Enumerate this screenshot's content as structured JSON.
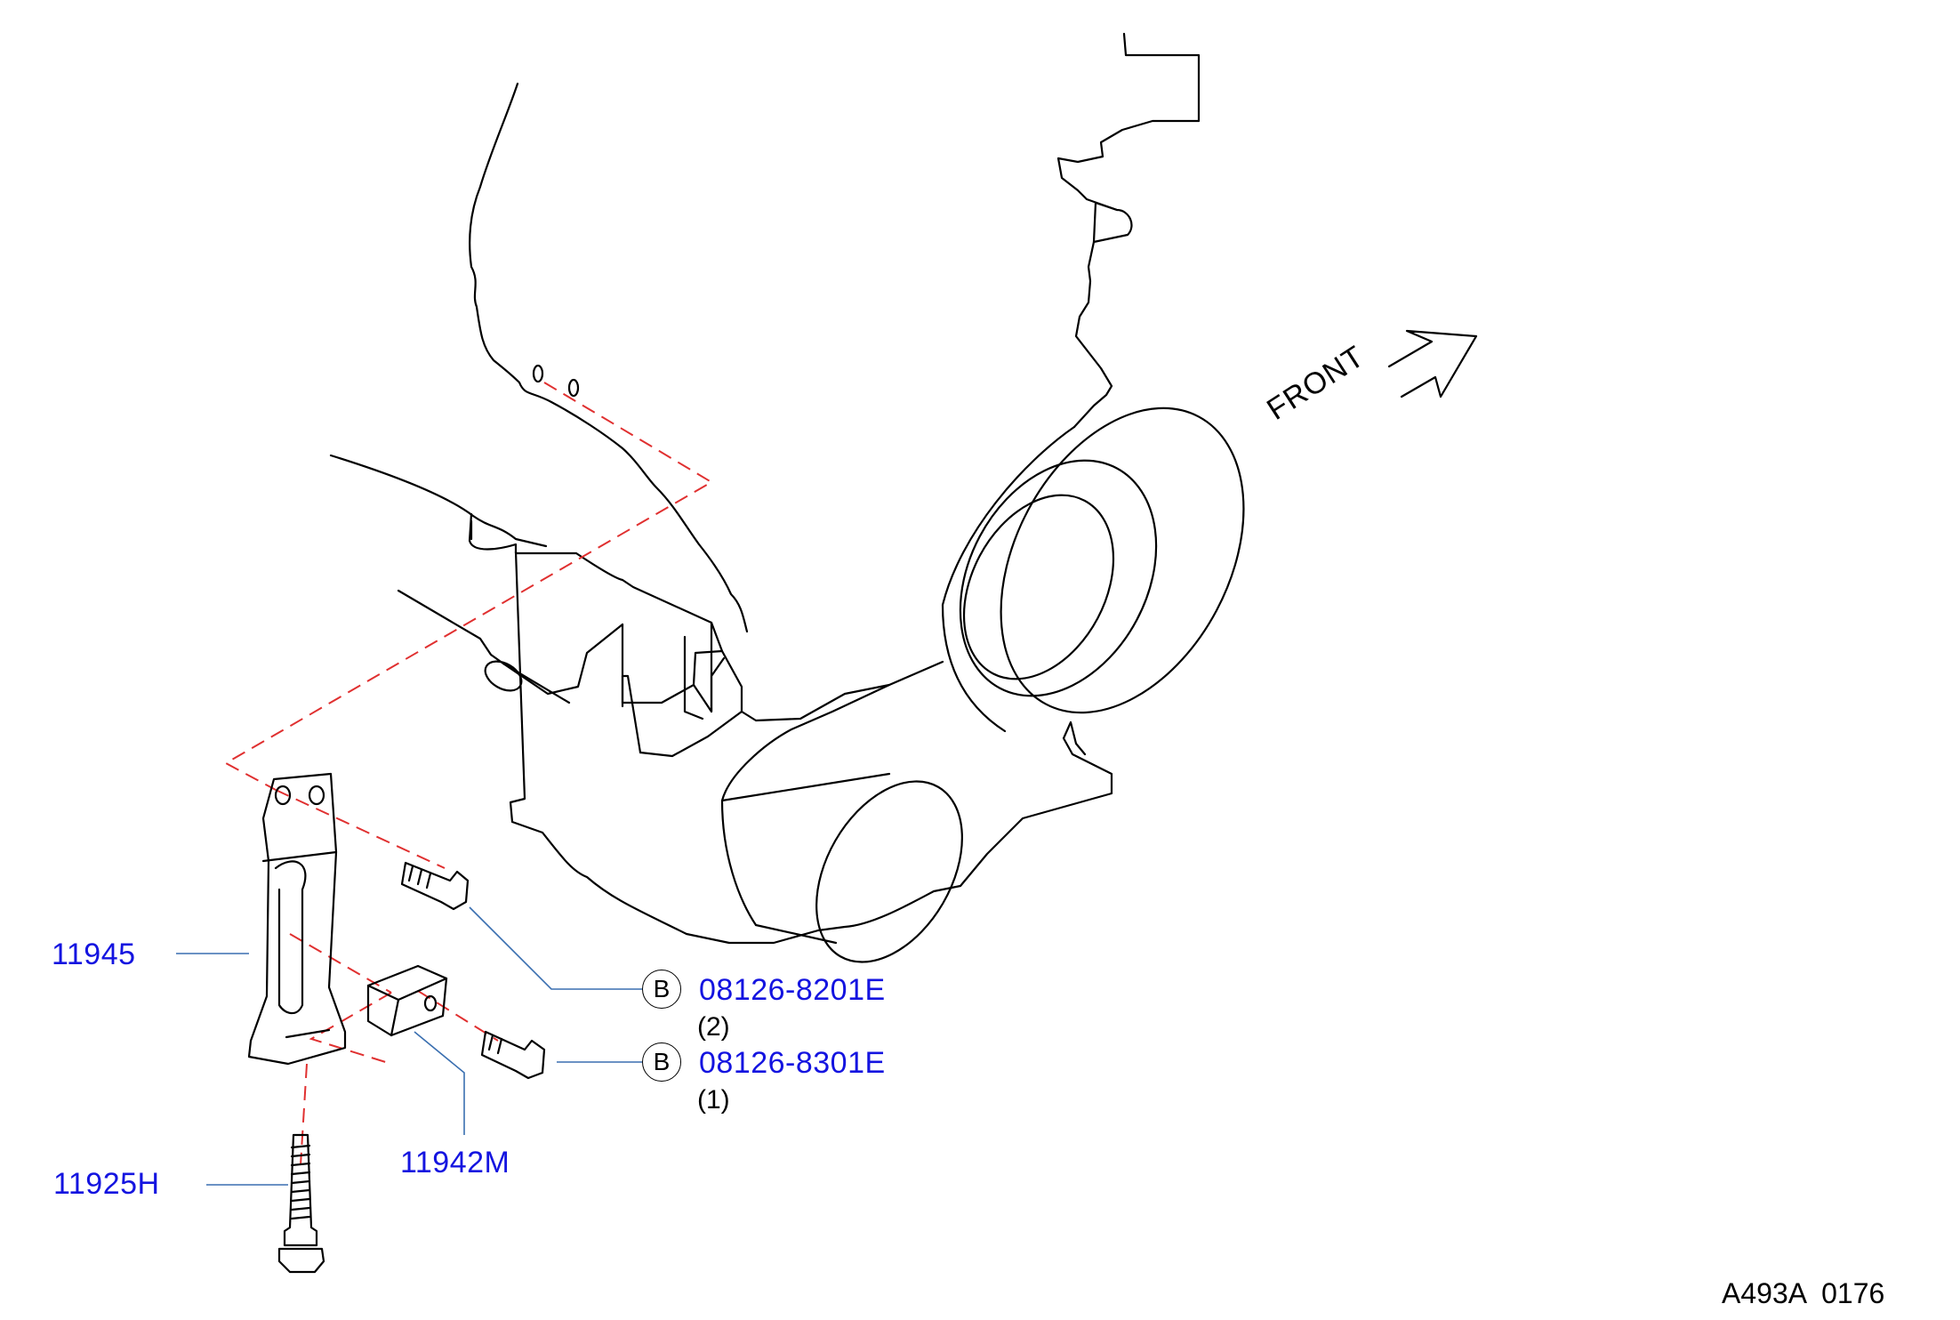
{
  "colors": {
    "part_number": "#1414e0",
    "leader_line": "#3a6fb0",
    "assembly_dash": "#e03030",
    "outline": "#000000"
  },
  "callouts": {
    "bracket": {
      "part_number": "11945"
    },
    "bolt_long": {
      "part_number": "11925H"
    },
    "spacer": {
      "part_number": "11942M"
    },
    "bolt_a": {
      "badge": "B",
      "part_number": "08126-8201E",
      "qty": "(2)"
    },
    "bolt_b": {
      "badge": "B",
      "part_number": "08126-8301E",
      "qty": "(1)"
    }
  },
  "direction": {
    "label": "FRONT",
    "arrow_icon": "direction-arrow-icon"
  },
  "diagram_code": "A493A  0176"
}
